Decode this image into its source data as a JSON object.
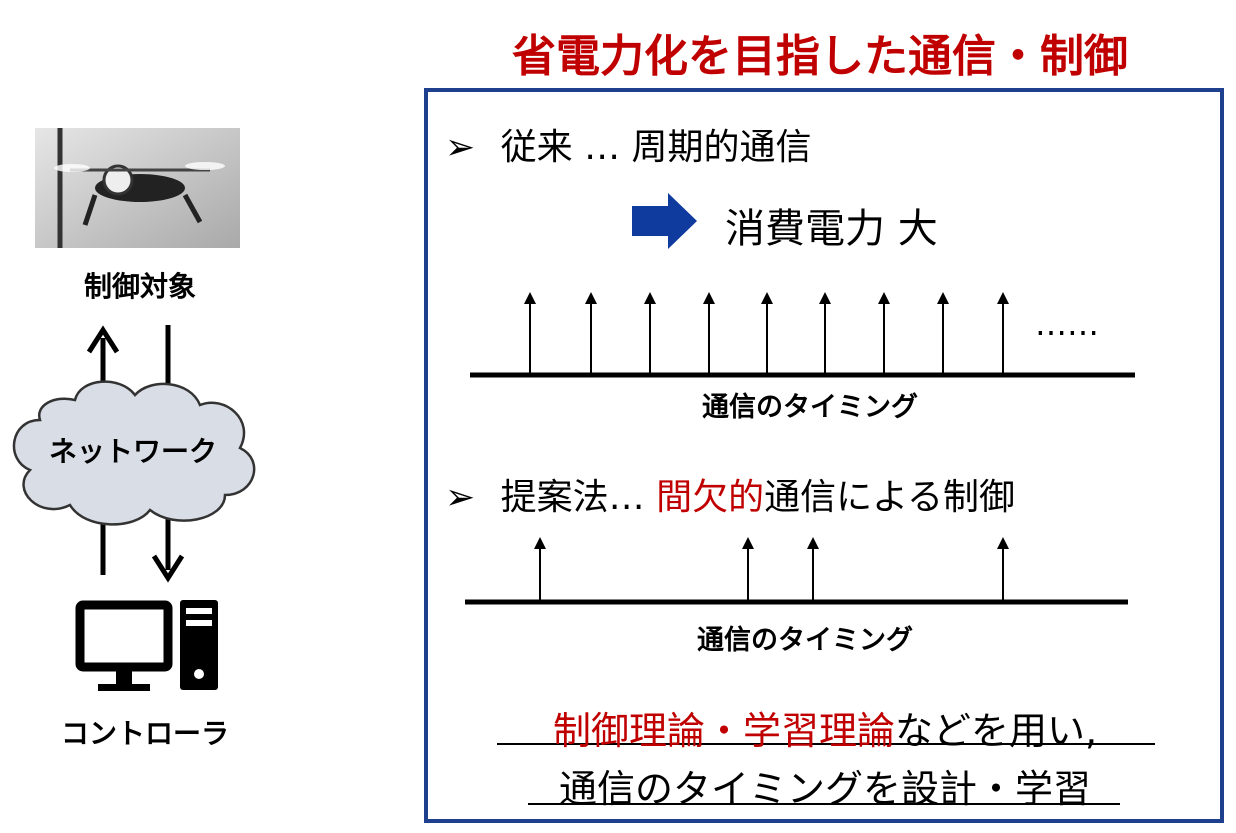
{
  "title": "省電力化を目指した通信・制御",
  "left_panel": {
    "plant_label": "制御対象",
    "network_label": "ネットワーク",
    "controller_label": "コントローラ"
  },
  "conventional": {
    "bullet": "➢",
    "label": "従来 … 周期的通信",
    "result": "消費電力 大",
    "ellipsis": "……",
    "timing_label": "通信のタイミング"
  },
  "proposed": {
    "bullet": "➢",
    "label_prefix": "提案法… ",
    "label_highlight": "間欠的",
    "label_suffix": "通信による制御",
    "timing_label": "通信のタイミング"
  },
  "conclusion": {
    "line1_highlight": "制御理論・学習理論",
    "line1_rest": "などを用い,",
    "line2": "通信のタイミングを設計・学習"
  },
  "colors": {
    "title": "#c00000",
    "highlight": "#c00000",
    "frame": "#1f3f8f",
    "arrow_blue": "#0f3a9e",
    "cloud_fill": "#d9dde6",
    "cloud_stroke": "#333333"
  }
}
